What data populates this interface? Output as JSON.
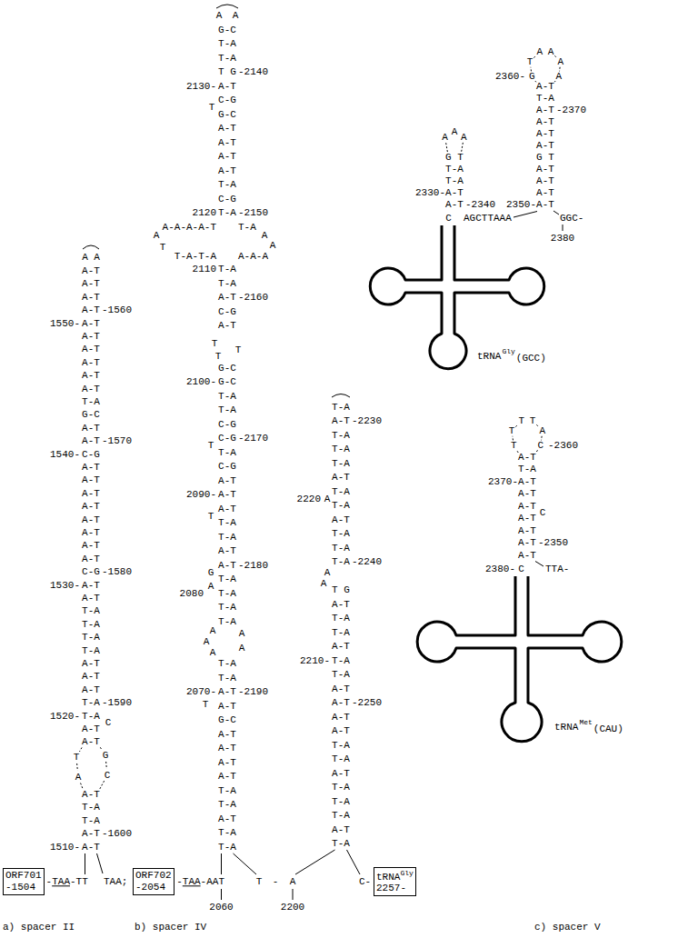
{
  "diagram": {
    "nodes": [
      {
        "text": [
          "ORF701",
          "-1504"
        ]
      },
      {
        "text": [
          "ORF702",
          "-2054"
        ]
      },
      {
        "text": [
          "tRNA",
          "Gly",
          "2257-"
        ]
      }
    ],
    "labels": [
      "A-T",
      "A-T",
      "A-T",
      "A-T",
      "A-T",
      "A-T",
      "A-T",
      "A-T",
      "A-T",
      "A-T",
      "T-A",
      "G-C",
      "A-T",
      "A-T",
      "C-G",
      "A-T",
      "A-T",
      "A-T",
      "A-T",
      "A-T",
      "A-T",
      "A-T",
      "A-T",
      "C-G",
      "A-T",
      "A-T",
      "T-A",
      "T-A",
      "T-A",
      "T-A",
      "A-T",
      "A-T",
      "A-T",
      "T-A",
      "T-A",
      "A-T",
      "A-T",
      "A-T",
      "T-A",
      "T-A",
      "A-T",
      "A-T",
      "A",
      "A",
      "C",
      "T",
      "A",
      "G",
      "C",
      "1550-",
      "1540-",
      "1530-",
      "1520-",
      "1510-",
      "-1560",
      "-1570",
      "-1580",
      "-1590",
      "-1600",
      "-TAA-TT",
      "TAA;",
      "G-C",
      "T-A",
      "T-A",
      "T G",
      "A-T",
      "C-G",
      "G-C",
      "A-T",
      "A-T",
      "A-T",
      "A-T",
      "T-A",
      "C-G",
      "T-A",
      "T-A",
      "T-A",
      "A-T",
      "C-G",
      "A-T",
      "G-C",
      "G-C",
      "T-A",
      "T-A",
      "C-G",
      "C-G",
      "T-A",
      "C-G",
      "A-T",
      "A-T",
      "A-T",
      "T-A",
      "T-A",
      "A-T",
      "A-T",
      "T-A",
      "T-A",
      "T-A",
      "T-A",
      "T-A",
      "T-A",
      "A-T",
      "A-T",
      "G-C",
      "A-T",
      "A-T",
      "A-T",
      "A-T",
      "T-A",
      "T-A",
      "A-T",
      "T-A",
      "T-A",
      "A",
      "A",
      "T",
      "A-A-A-A-T",
      "A",
      "T",
      "T-A-T-A",
      "T-A",
      "A",
      "A",
      "A-A-A",
      "T",
      "T",
      "T",
      "T",
      "T",
      "G",
      "A",
      "A",
      "A",
      "A",
      "A",
      "A",
      "T",
      "2130-",
      "2120",
      "2110",
      "2100-",
      "2090-",
      "2080",
      "2070-",
      "-2140",
      "-2150",
      "-2160",
      "-2170",
      "-2180",
      "-2190",
      "T-A",
      "A-T",
      "T-A",
      "T-A",
      "T-A",
      "A-T",
      "T-A",
      "T-A",
      "A-T",
      "T-A",
      "T-A",
      "T-A",
      "T G",
      "A-T",
      "T-A",
      "T-A",
      "A-T",
      "T-A",
      "T-A",
      "A-T",
      "A-T",
      "A-T",
      "A-T",
      "T-A",
      "T-A",
      "A-T",
      "T-A",
      "T-A",
      "T-A",
      "A-T",
      "T-A",
      "A",
      "A",
      "A",
      "2220",
      "2210-",
      "-2230",
      "-2240",
      "-2250",
      "-TAA-AAT",
      "2060",
      "T",
      "-",
      "A",
      "2200",
      "C-",
      "G T",
      "T-A",
      "T-A",
      "A-T",
      "A-T",
      "A",
      "A",
      "A",
      "2330-",
      "-2340",
      "C",
      "AGCTTAAA",
      "A-T",
      "T-A",
      "A-T",
      "A-T",
      "A-T",
      "A-T",
      "G T",
      "A-T",
      "A-T",
      "A-T",
      "A-T",
      "G",
      "T",
      "A",
      "A",
      "A",
      "A",
      "2360-",
      "-2370",
      "2350-",
      "GGC-",
      "2380",
      "A-T",
      "T-A",
      "A-T",
      "A-T",
      "A-T",
      "A-T",
      "A-T",
      "A-T",
      "A-T",
      "T",
      "T",
      "T",
      "T",
      "A",
      "C",
      "C",
      "-2360",
      "2370-",
      "-2350",
      "2380-",
      "C",
      "TTA-",
      "tRNA",
      "Gly",
      "(GCC)",
      "tRNA",
      "Met",
      "(CAU)",
      "a) spacer II",
      "b) spacer IV",
      "c) spacer V"
    ]
  }
}
